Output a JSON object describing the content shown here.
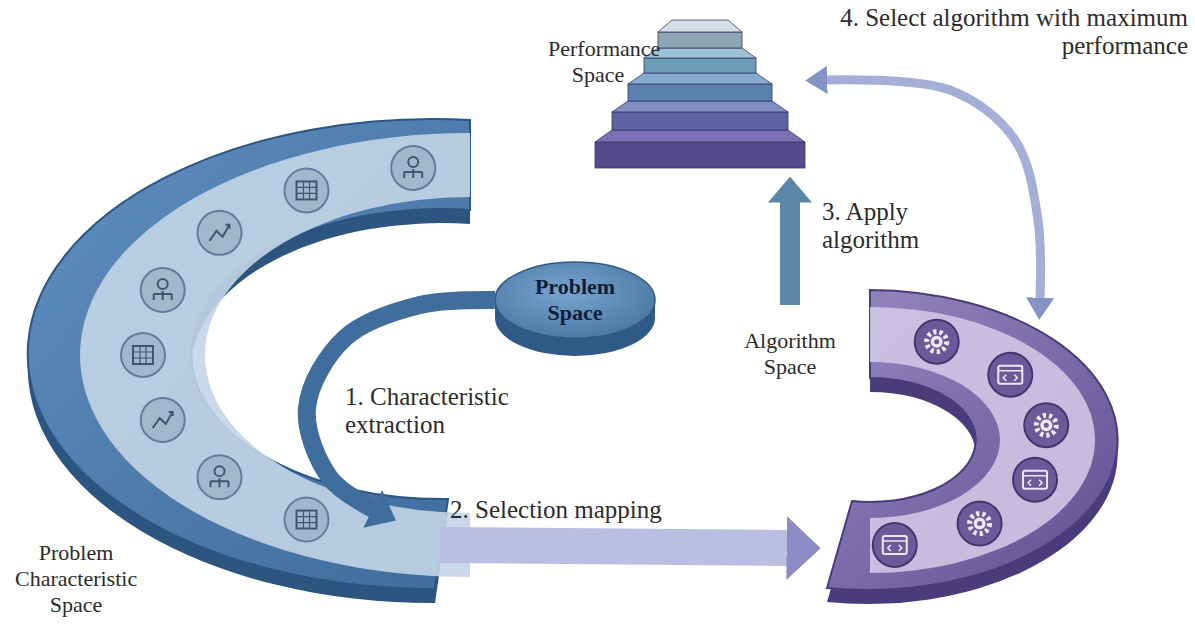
{
  "diagram": {
    "nodes": [
      {
        "text": [
          "Problem Space"
        ]
      },
      {
        "text": [
          "Problem Characteristic Space"
        ]
      },
      {
        "text": [
          "Algorithm Space"
        ]
      },
      {
        "text": [
          "Performance Space"
        ]
      }
    ],
    "edges": [
      {
        "from": 0,
        "to": 1,
        "arrow": "to",
        "label": "1. Characteristic extraction"
      },
      {
        "from": 1,
        "to": 2,
        "arrow": "to",
        "label": "2. Selection mapping"
      },
      {
        "from": 2,
        "to": 3,
        "arrow": "to",
        "label": "3. Apply algorithm"
      },
      {
        "from": 3,
        "to": 2,
        "arrow": "both",
        "label": "4. Select algorithm with maximum performance"
      }
    ]
  }
}
